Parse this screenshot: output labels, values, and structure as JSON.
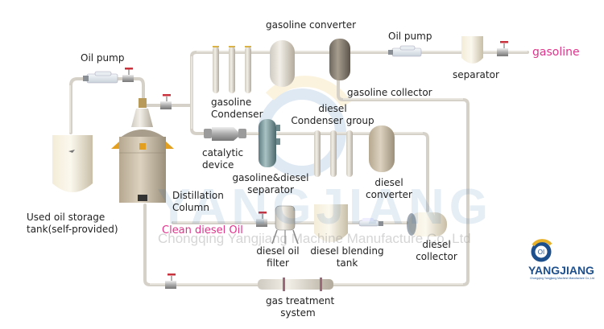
{
  "diagram": {
    "title": "Used oil to gasoline and diesel distillation process flow",
    "watermark": {
      "brand": "YANGJIANG",
      "company": "Chongqing Yangjiang Machine Manufacture Co.,Ltd"
    },
    "logo": {
      "mark": "Oil",
      "brand": "YANGJIANG",
      "tagline": "Chongqing Yangjiang Machine Manufacture Co.,Ltd",
      "colors": {
        "blue": "#1d4f8c",
        "gold": "#e8b12a"
      }
    },
    "labels": {
      "oil_pump_left": "Oil pump",
      "used_oil_tank": [
        "Used oil storage",
        "tank(self-provided)"
      ],
      "distillation_column": [
        "Distillation",
        "Column"
      ],
      "gasoline_condenser": [
        "gasoline",
        "Condenser"
      ],
      "gasoline_converter": "gasoline converter",
      "oil_pump_right": "Oil pump",
      "separator": "separator",
      "gasoline_output": "gasoline",
      "gasoline_collector": "gasoline collector",
      "diesel_condenser_group": [
        "diesel",
        "Condenser group"
      ],
      "catalytic_device": [
        "catalytic",
        "device"
      ],
      "gasoline_diesel_separator": [
        "gasoline&diesel",
        "separator"
      ],
      "diesel_converter": [
        "diesel",
        "converter"
      ],
      "clean_diesel_output": "Clean diesel Oil",
      "diesel_oil_filter": [
        "diesel oil",
        "filter"
      ],
      "diesel_blending_tank": [
        "diesel blending",
        "tank"
      ],
      "diesel_collector": [
        "diesel",
        "collector"
      ],
      "gas_treatment_system": [
        "gas treatment",
        "system"
      ]
    },
    "colors": {
      "output_text": "#e0338b",
      "pipe": "#d9d4cc",
      "valve_handle": "#c8323c",
      "heater_tab": "#e3a020"
    }
  }
}
